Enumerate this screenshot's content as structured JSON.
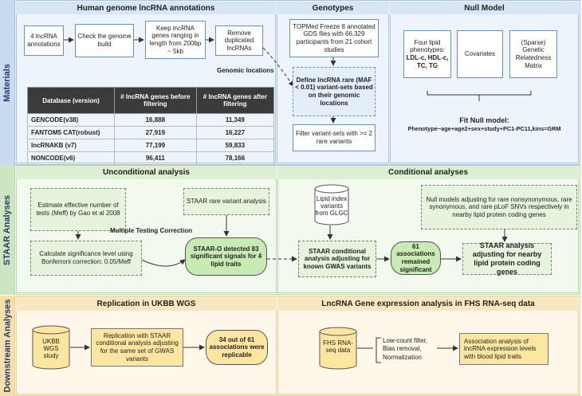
{
  "sidebar": {
    "materials": "Materials",
    "staar": "STAAR Analyses",
    "downstream": "Downstream Analyses"
  },
  "materials": {
    "annotations_header": "Human genome lncRNA annotations",
    "genotypes_header": "Genotypes",
    "null_model_header": "Null Model",
    "step1": "4 lncRNA annotations",
    "step2": "Check the genome build",
    "step3": "Keep lncRNA genes ranging in length from 200bp ~ 5kb",
    "step4": "Remove duplicated lncRNAs",
    "genomic_locations": "Genomic locations",
    "table": {
      "headers": [
        "Database (version)",
        "# lncRNA genes before filtering",
        "# lncRNA genes after filtering"
      ],
      "rows": [
        [
          "GENCODE(v38)",
          "16,888",
          "11,349"
        ],
        [
          "FANTOM5 CAT(robust)",
          "27,919",
          "16,227"
        ],
        [
          "lncRNAKB (v7)",
          "77,199",
          "59,833"
        ],
        [
          "NONCODE(v6)",
          "96,411",
          "78,166"
        ]
      ]
    },
    "topmed": "TOPMed Freeze 8 annotated GDS files with 66,329 participants from 21 cohort studies",
    "define_rare": "Define lncRNA rare (MAF < 0.01) variant-sets based on their genomic locations",
    "filter": "Filter variant-sets with >= 2 rare variants",
    "lipid_pheno_title": "Four lipid phenotypes:",
    "lipid_pheno_list": "LDL-c, HDL-c, TC, TG",
    "covariates": "Covariates",
    "grm": "(Sparse) Genetic Relatedness Matrix",
    "fit_title": "Fit Null model:",
    "fit_formula": "Phenotype~age+age2+sex+study+PC1-PC11,kins=GRM"
  },
  "staar": {
    "uncond_header": "Unconditional analysis",
    "cond_header": "Conditional analyses",
    "meff": "Estimate effective number of tests (Meff) by Gao et al 2008",
    "rare_variant": "STAAR rare variant analysis",
    "mtc": "Multiple Testing Correction",
    "signif": "Calculate significance level using Bonferroni correction: 0.05/Meff",
    "detected": "STAAR-O detected 83 significant signals for 4 lipid traits",
    "lipid_index": "Lipid index variants from GLGC",
    "null_models": "Null models adjusting for rare nonsynonymous, rare synonymous, and rare pLoF SNVs respectively in nearby lipid protein coding genes",
    "conditional": "STAAR conditional analysis adjusting for known GWAS variants",
    "remained": "61 associations remained significant",
    "nearby": "STAAR analysis adjusting for nearby lipid protein coding genes"
  },
  "downstream": {
    "ukbb_header": "Replication in UKBB WGS",
    "fhs_header": "LncRNA Gene expression analysis in FHS RNA-seq data",
    "ukbb_study": "UKBB WGS study",
    "replication": "Replication with STAAR conditional analysis adjusting for the same set of GWAS variants",
    "replicable": "34 out of 61 associations were replicable",
    "fhs_data": "FHS RNA-seq data",
    "processing": "Low-count filter, Bias removal, Normalization",
    "association": "Association analysis of lncRNA expression levels with blood lipid traits"
  }
}
